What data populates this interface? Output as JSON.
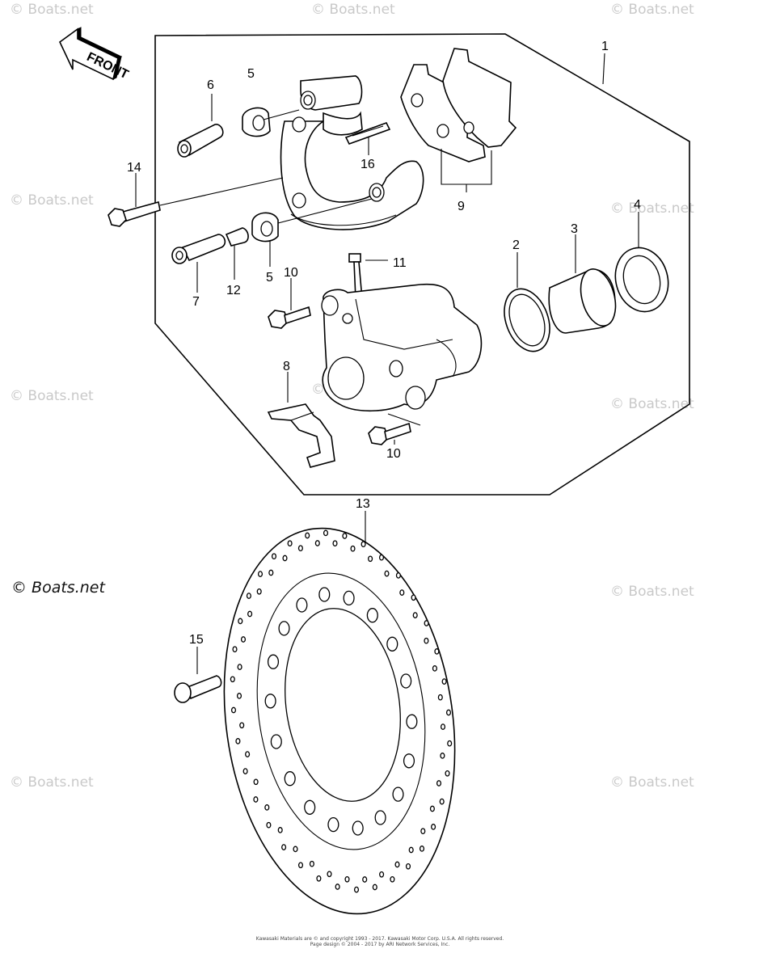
{
  "front_label": "FRONT",
  "watermark": "© Boats.net",
  "callouts": {
    "c1": "1",
    "c2": "2",
    "c3": "3",
    "c4": "4",
    "c5a": "5",
    "c5b": "5",
    "c6": "6",
    "c7": "7",
    "c8": "8",
    "c9": "9",
    "c10a": "10",
    "c10b": "10",
    "c11": "11",
    "c12": "12",
    "c13": "13",
    "c14": "14",
    "c15": "15",
    "c16": "16"
  },
  "copyright": {
    "line1": "Kawasaki Materials are © and copyright 1993 - 2017. Kawasaki Motor Corp. U.S.A. All rights reserved.",
    "line2": "Page design © 2004 - 2017 by ARI Network Services, Inc."
  },
  "colors": {
    "line": "#000000",
    "watermark": "#c9c9c9",
    "background": "#ffffff"
  }
}
